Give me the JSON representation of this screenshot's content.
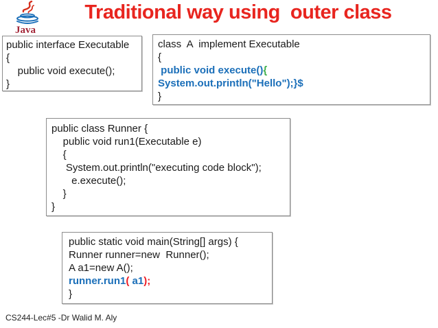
{
  "meta": {
    "title": "Traditional way using  outer class",
    "footer": "CS244-Lec#5  -Dr Walid M. Aly",
    "logo_text": "Java"
  },
  "colors": {
    "title": "#e8251f",
    "code_black": "#1a1a1a",
    "code_blue": "#1b6fb9",
    "code_green": "#3cae49",
    "code_red": "#ed1c24",
    "border": "#8c8c8c"
  },
  "code_boxes": [
    {
      "id": "box-interface",
      "label": "interface-executable",
      "lines": [
        [
          {
            "t": "public interface Executable",
            "c": "k"
          }
        ],
        [
          {
            "t": "{",
            "c": "k"
          }
        ],
        [
          {
            "t": "    public void execute();",
            "c": "k"
          }
        ],
        [
          {
            "t": "}",
            "c": "k"
          }
        ]
      ]
    },
    {
      "id": "box-class-a",
      "label": "class-a-implement-executable",
      "lines": [
        [
          {
            "t": "class  A  implement Executable",
            "c": "k"
          }
        ],
        [
          {
            "t": "{",
            "c": "k"
          }
        ],
        [
          {
            "t": " ",
            "c": "k"
          },
          {
            "t": "public void execute()",
            "c": "b"
          },
          {
            "t": "{",
            "c": "g"
          }
        ],
        [
          {
            "t": "System.out.println(\"Hello\");}$",
            "c": "b"
          }
        ],
        [
          {
            "t": "}",
            "c": "k"
          }
        ]
      ]
    },
    {
      "id": "box-runner",
      "label": "class-runner",
      "lines": [
        [
          {
            "t": "public class Runner {",
            "c": "k"
          }
        ],
        [
          {
            "t": "    public void run1(Executable e)",
            "c": "k"
          }
        ],
        [
          {
            "t": "    {",
            "c": "k"
          }
        ],
        [
          {
            "t": "     System.out.println(\"executing code block\");",
            "c": "k"
          }
        ],
        [
          {
            "t": "       e.execute();",
            "c": "k"
          }
        ],
        [
          {
            "t": "    }",
            "c": "k"
          }
        ],
        [
          {
            "t": "}",
            "c": "k"
          }
        ]
      ]
    },
    {
      "id": "box-main",
      "label": "main-method",
      "lines": [
        [
          {
            "t": "public static void main(String[] args) {",
            "c": "k"
          }
        ],
        [
          {
            "t": "Runner runner=new  Runner();",
            "c": "k"
          }
        ],
        [
          {
            "t": "A a1=new A();",
            "c": "k"
          }
        ],
        [
          {
            "t": "runner.run1",
            "c": "b"
          },
          {
            "t": "(",
            "c": "r"
          },
          {
            "t": " a1",
            "c": "b"
          },
          {
            "t": ");",
            "c": "r"
          }
        ],
        [
          {
            "t": "}",
            "c": "k"
          }
        ]
      ]
    }
  ]
}
